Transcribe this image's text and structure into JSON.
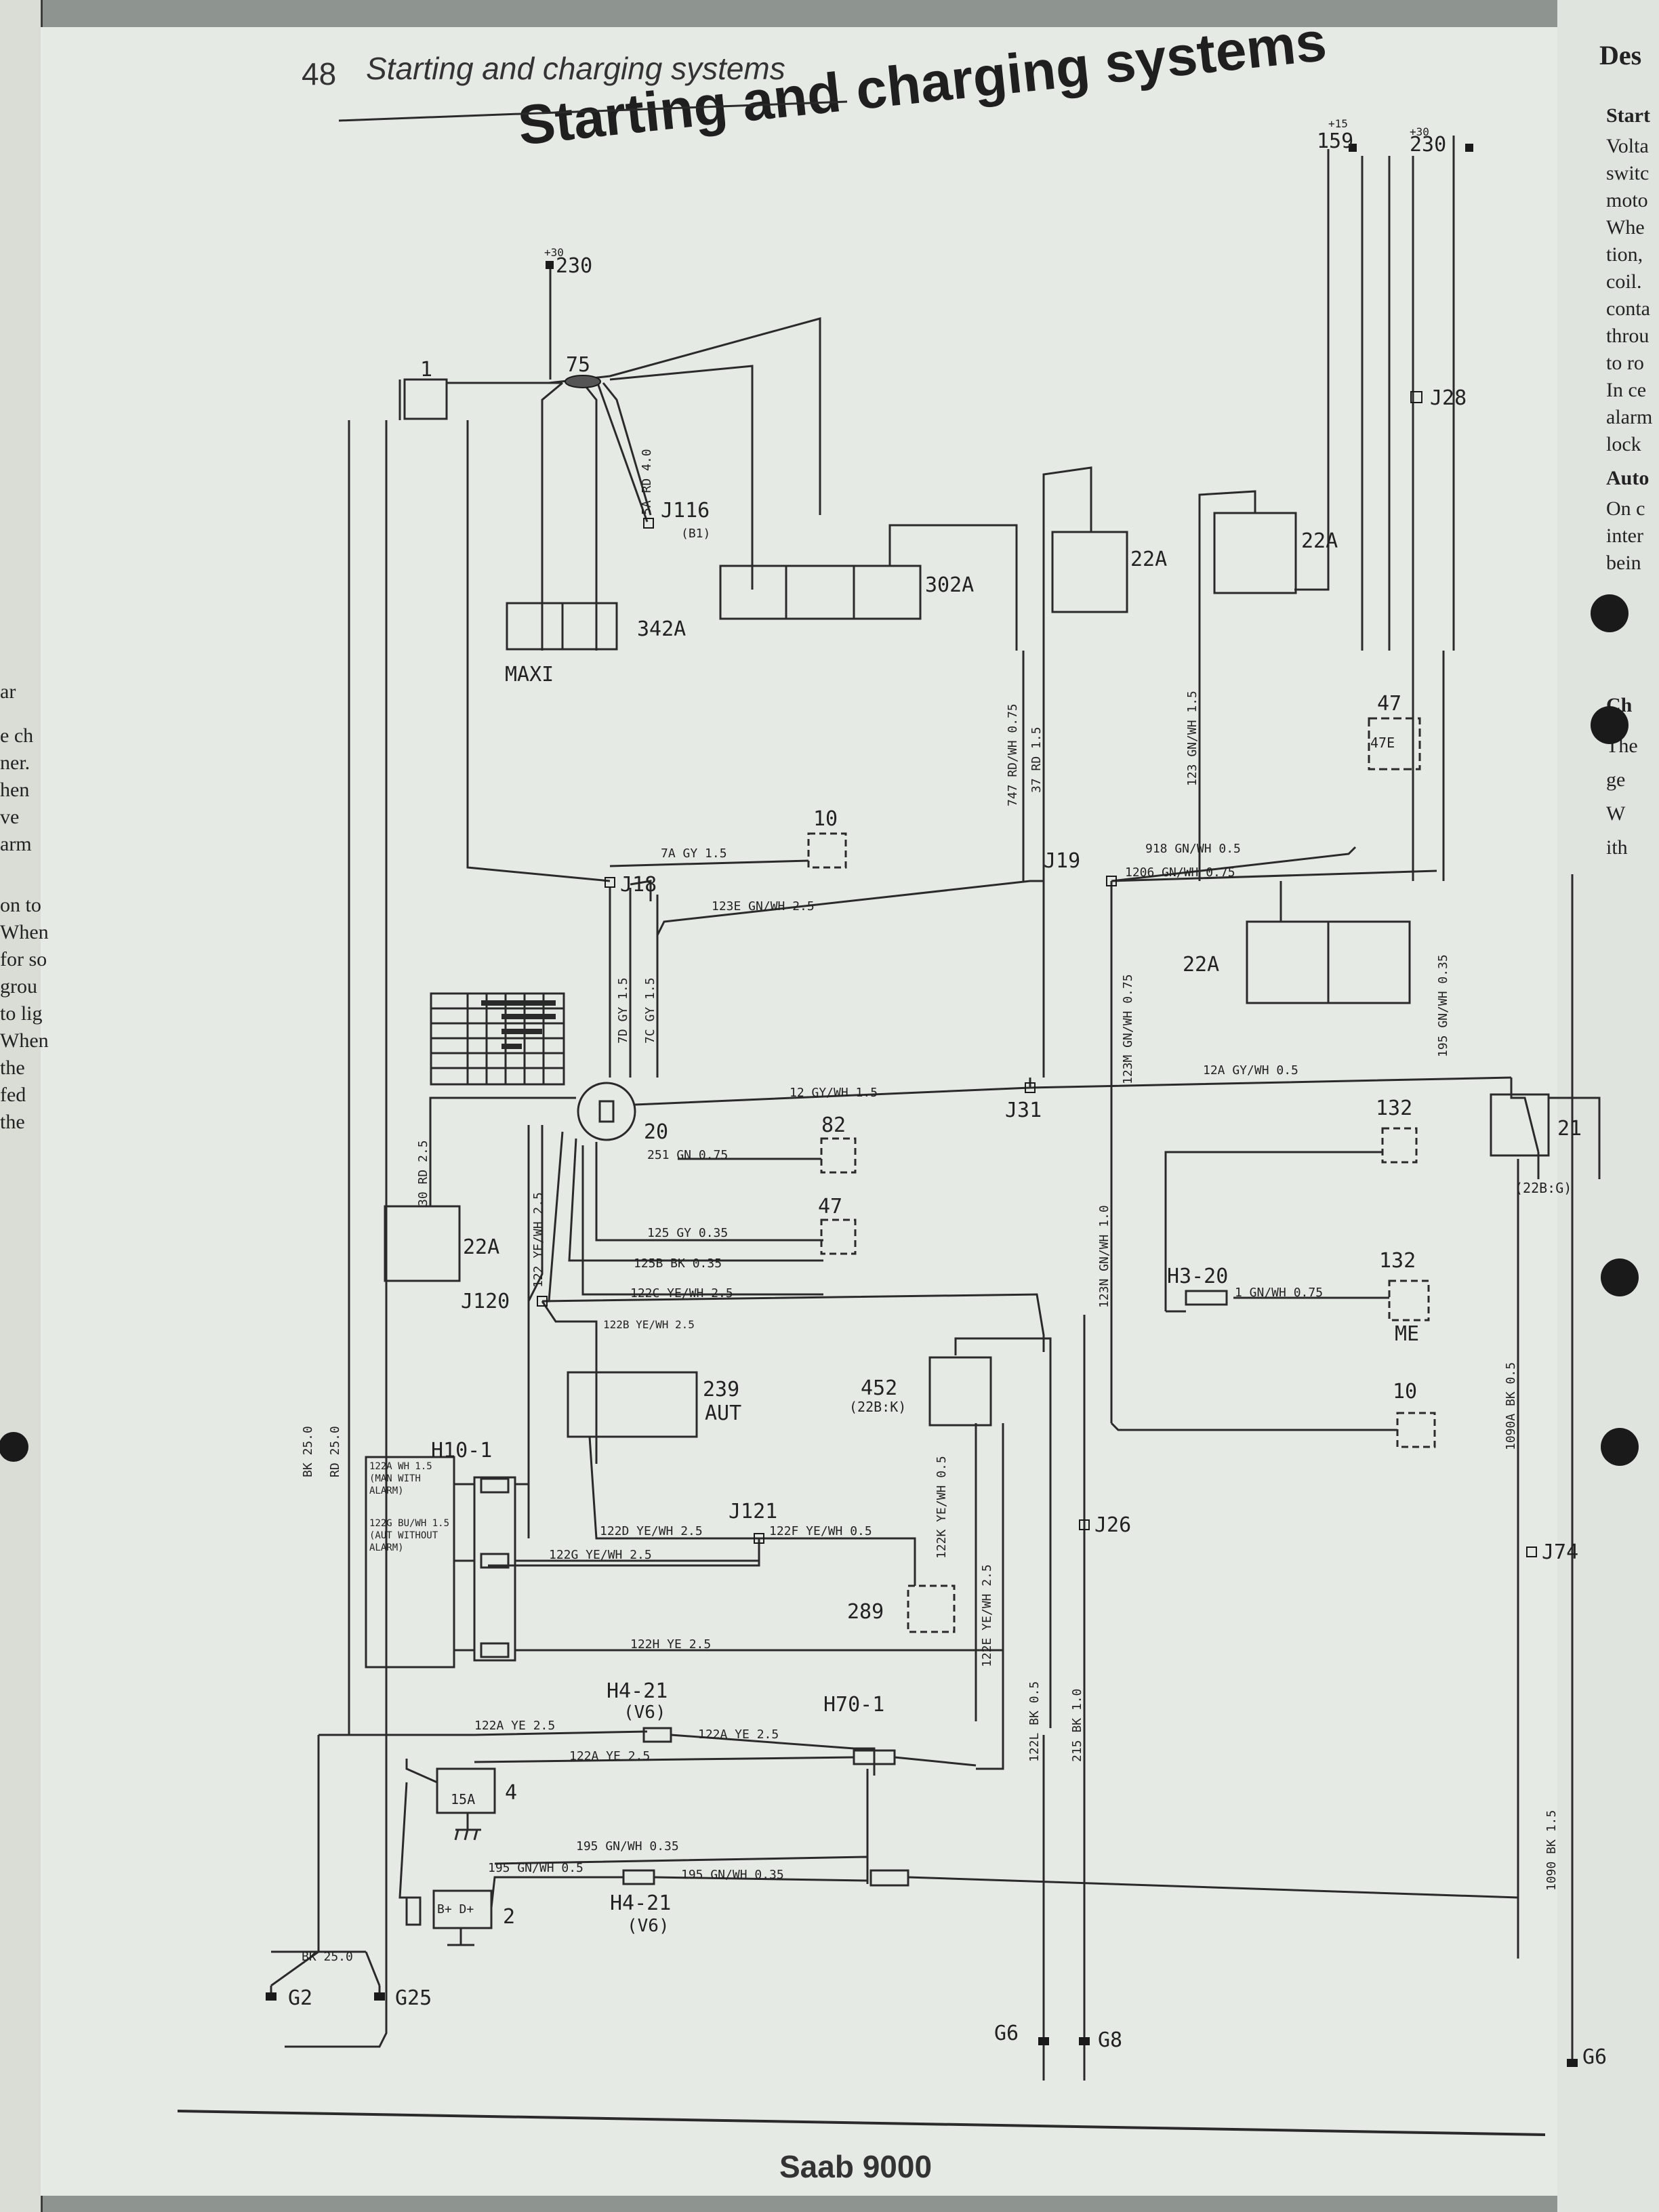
{
  "page": {
    "number": "48",
    "running_head": "Starting and charging systems",
    "title": "Starting and charging systems",
    "footer": "Saab 9000"
  },
  "labels": {
    "c1": "1",
    "c75": "75",
    "c342A": "342A",
    "maxi": "MAXI",
    "c302A": "302A",
    "c22A_a": "22A",
    "c22A_b": "22A",
    "c22A_c": "22A",
    "c22A_d": "22A",
    "c159": "159",
    "c230a": "230",
    "c230b": "230",
    "p15": "+15",
    "p30a": "+30",
    "p30b": "+30",
    "j28": "J28",
    "j116": "J116",
    "j116b": "(B1)",
    "c47": "47",
    "c47E": "47E",
    "c10a": "10",
    "c10b": "10",
    "j18": "J18",
    "j19": "J19",
    "j31": "J31",
    "c20": "20",
    "c21": "21",
    "c21b": "(22B:G)",
    "c82": "82",
    "c47b": "47",
    "c132a": "132",
    "c132b": "132",
    "me": "ME",
    "h320": "H3-20",
    "j120": "J120",
    "c239": "239",
    "aut": "AUT",
    "c452": "452",
    "c452b": "(22B:K)",
    "h101": "H10-1",
    "j121": "J121",
    "j26": "J26",
    "j74": "J74",
    "c289": "289",
    "h421a": "H4-21",
    "v6a": "(V6)",
    "h701": "H70-1",
    "h421b": "H4-21",
    "v6b": "(V6)",
    "c4": "4",
    "f15a": "15A",
    "c2": "2",
    "bd": "B+ D+",
    "g2": "G2",
    "g25": "G25",
    "g6a": "G6",
    "g8": "G8",
    "g6b": "G6"
  },
  "wires": {
    "w7a": "7A  GY  1.5",
    "w123e": "123E  GN/WH  2.5",
    "w12": "12  GY/WH  1.5",
    "w12a": "12A  GY/WH  0.5",
    "w918": "918  GN/WH  0.5",
    "w1206": "1206  GN/WH  0.75",
    "w251": "251  GN  0.75",
    "w125": "125  GY  0.35",
    "w125b": "125B  BK  0.35",
    "w122c": "122C  YE/WH  2.5",
    "w122b": "122B YE/WH 2.5",
    "w122d": "122D YE/WH 2.5",
    "w122f": "122F YE/WH 0.5",
    "w122g": "122G  YE/WH  2.5",
    "w122h": "122H  YE  2.5",
    "w122a1": "122A  YE  2.5",
    "w122a2": "122A  YE  2.5",
    "w122a3": "122A  YE  2.5",
    "w195a": "195  GN/WH  0.35",
    "w195b": "195  GN/WH 0.5",
    "w195c": "195  GN/WH 0.35",
    "wbk25": "BK  25.0",
    "wh3": "1 GN/WH 0.75",
    "note_a": "122A WH 1.5 (MAN WITH ALARM)",
    "note_g": "122G BU/WH 1.5 (AUT WITHOUT ALARM)",
    "v_747": "747  RD/WH  0.75",
    "v_37": "37  RD  1.5",
    "v_123": "123  GN/WH  1.5",
    "v_123m": "123M  GN/WH  0.75",
    "v_123n": "123N  GN/WH  1.0",
    "v_195": "195  GN/WH  0.35",
    "v_1090a": "1090A  BK  0.5",
    "v_1090": "1090  BK  1.5",
    "v_122e": "122E  YE/WH  2.5",
    "v_122k": "122K  YE/WH  0.5",
    "v_122l": "122L  BK  0.5",
    "v_215": "215  BK  1.0",
    "v_rd25": "RD  25.0",
    "v_bk25": "BK  25.0",
    "v_30rd": "30  RD  2.5",
    "v_122ye": "122  YE/WH  2.5",
    "v_7d": "7D  GY  1.5",
    "v_7c": "7C  GY  1.5",
    "v_5a": "5A  RD  4.0"
  },
  "left_margin_text": [
    "ar",
    "e ch",
    "ner.",
    "hen",
    "ve",
    "arm",
    "on to",
    "When",
    "for so",
    "grou",
    "to lig",
    "When",
    "the",
    "fed",
    "the"
  ],
  "right_margin_text": [
    "Des",
    "Start",
    "Volta",
    "switc",
    "moto",
    "Whe",
    "tion,",
    "coil.",
    "conta",
    "throu",
    "to ro",
    "In ce",
    "alarm",
    "lock",
    "Auto",
    "On c",
    "inter",
    "bein",
    "Ch",
    "The",
    "ge",
    "W",
    "ith"
  ]
}
